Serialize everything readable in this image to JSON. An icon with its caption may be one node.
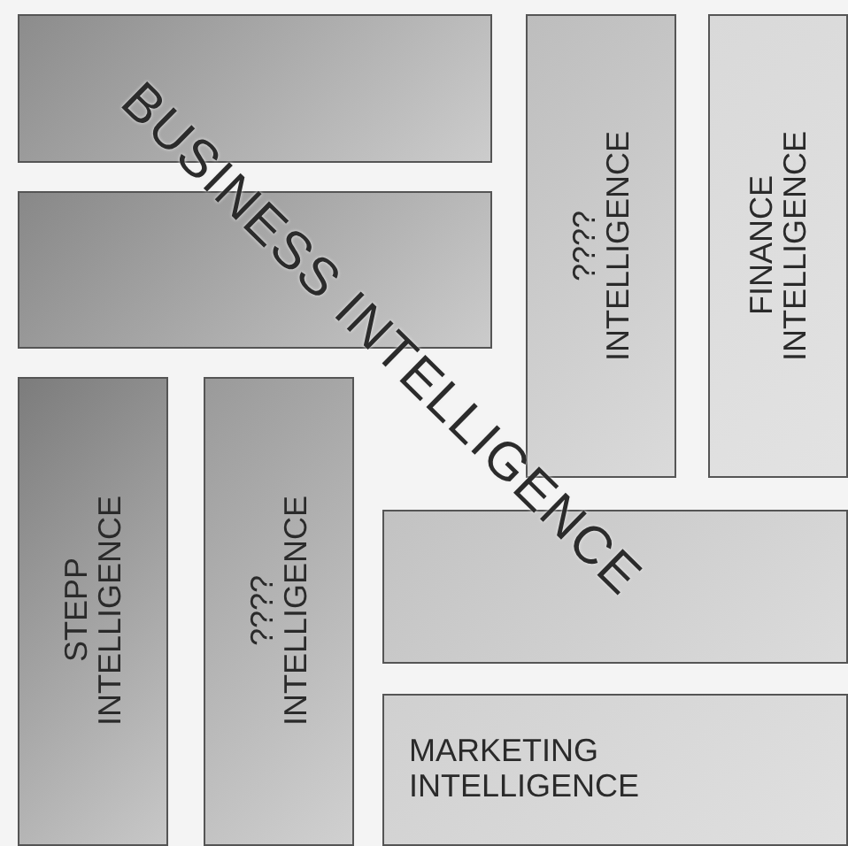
{
  "diagram": {
    "nodes": [
      {
        "text": [],
        "shape": "box"
      },
      {
        "text": [],
        "shape": "box"
      },
      {
        "text": [
          "???? INTELLIGENCE"
        ]
      },
      {
        "text": [
          "FINANCE INTELLIGENCE"
        ]
      },
      {
        "text": [
          "STEPP INTELLIGENCE"
        ]
      },
      {
        "text": [
          "???? INTELLIGENCE"
        ]
      },
      {
        "text": [],
        "shape": "box"
      },
      {
        "text": [
          "MARKETING INTELLIGENCE"
        ]
      }
    ],
    "edges": [],
    "labels": [
      "BUSINESS INTELLIGENCE"
    ]
  }
}
